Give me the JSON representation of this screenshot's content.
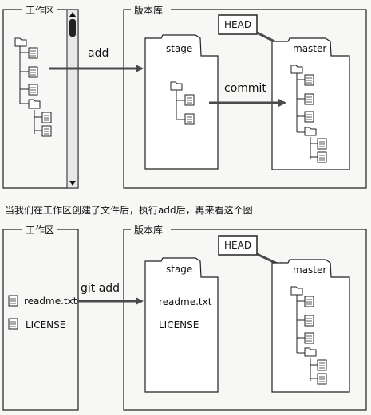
{
  "top": {
    "workspace_title": "工作区",
    "repo_title": "版本库",
    "head_label": "HEAD",
    "stage_label": "stage",
    "master_label": "master",
    "add_label": "add",
    "commit_label": "commit"
  },
  "caption": "当我们在工作区创建了文件后，执行add后，再来看这个图",
  "bottom": {
    "workspace_title": "工作区",
    "repo_title": "版本库",
    "head_label": "HEAD",
    "stage_label": "stage",
    "master_label": "master",
    "add_label": "git add",
    "workspace_files": [
      "readme.txt",
      "LICENSE"
    ],
    "stage_files": [
      "readme.txt",
      "LICENSE"
    ]
  },
  "icons": {
    "folder": "folder-icon",
    "file": "file-icon"
  },
  "colors": {
    "background": "#f7f7f5",
    "line": "#222222",
    "arrow": "#4a4a4a"
  }
}
